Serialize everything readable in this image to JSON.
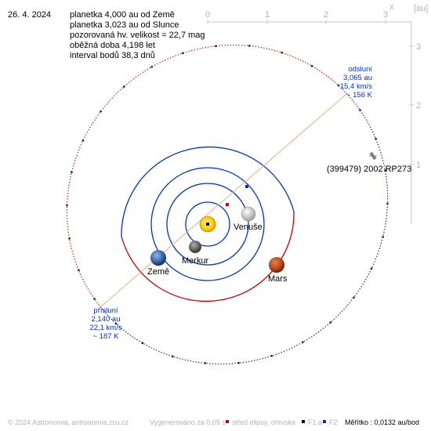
{
  "header": {
    "date": "26. 4. 2024",
    "lines": [
      "planetka 4,000 au od Země",
      "planetka 3,023 au od Slunce",
      "pozorovaná hv. velikost = 22,7 mag",
      "oběžná doba 4,198 let",
      "interval bodů 38,3 dnů"
    ]
  },
  "axes": {
    "x_ticks": [
      "0",
      "1",
      "2",
      "3"
    ],
    "y_ticks": [
      "3",
      "2",
      "1"
    ],
    "x_label": "x",
    "unit_label": "[au]"
  },
  "asteroid": {
    "name": "(399479) 2002 RP273"
  },
  "aphelion": {
    "title": "odsluní",
    "distance": "3,065 au",
    "speed": "15,4 km/s",
    "temp": "~ 156 K"
  },
  "perihelion": {
    "title": "přísluní",
    "distance": "2,140 au",
    "speed": "22,1 km/s",
    "temp": "~ 187 K"
  },
  "planets": {
    "venus": "Venuše",
    "mercury": "Merkur",
    "earth": "Země",
    "mars": "Mars"
  },
  "footer": {
    "copyright": "© 2024 Astronomia, astronomia.zcu.cz",
    "generated": "Vygenerováno za 0,09 s",
    "legend_center": "střed elipsy, ohniska",
    "legend_f1": "F1 a",
    "legend_f2": "F2",
    "scale": "Měřítko : 0,0132 au/bod"
  },
  "colors": {
    "orbit_red": "#cc0000",
    "orbit_blue": "#0000cc",
    "planet_orbit": "#0033cc",
    "apsides_line": "#f0b080",
    "axis": "#c8c8c8",
    "label_blue": "#0033cc",
    "footer_gray": "#b4b4b4"
  }
}
